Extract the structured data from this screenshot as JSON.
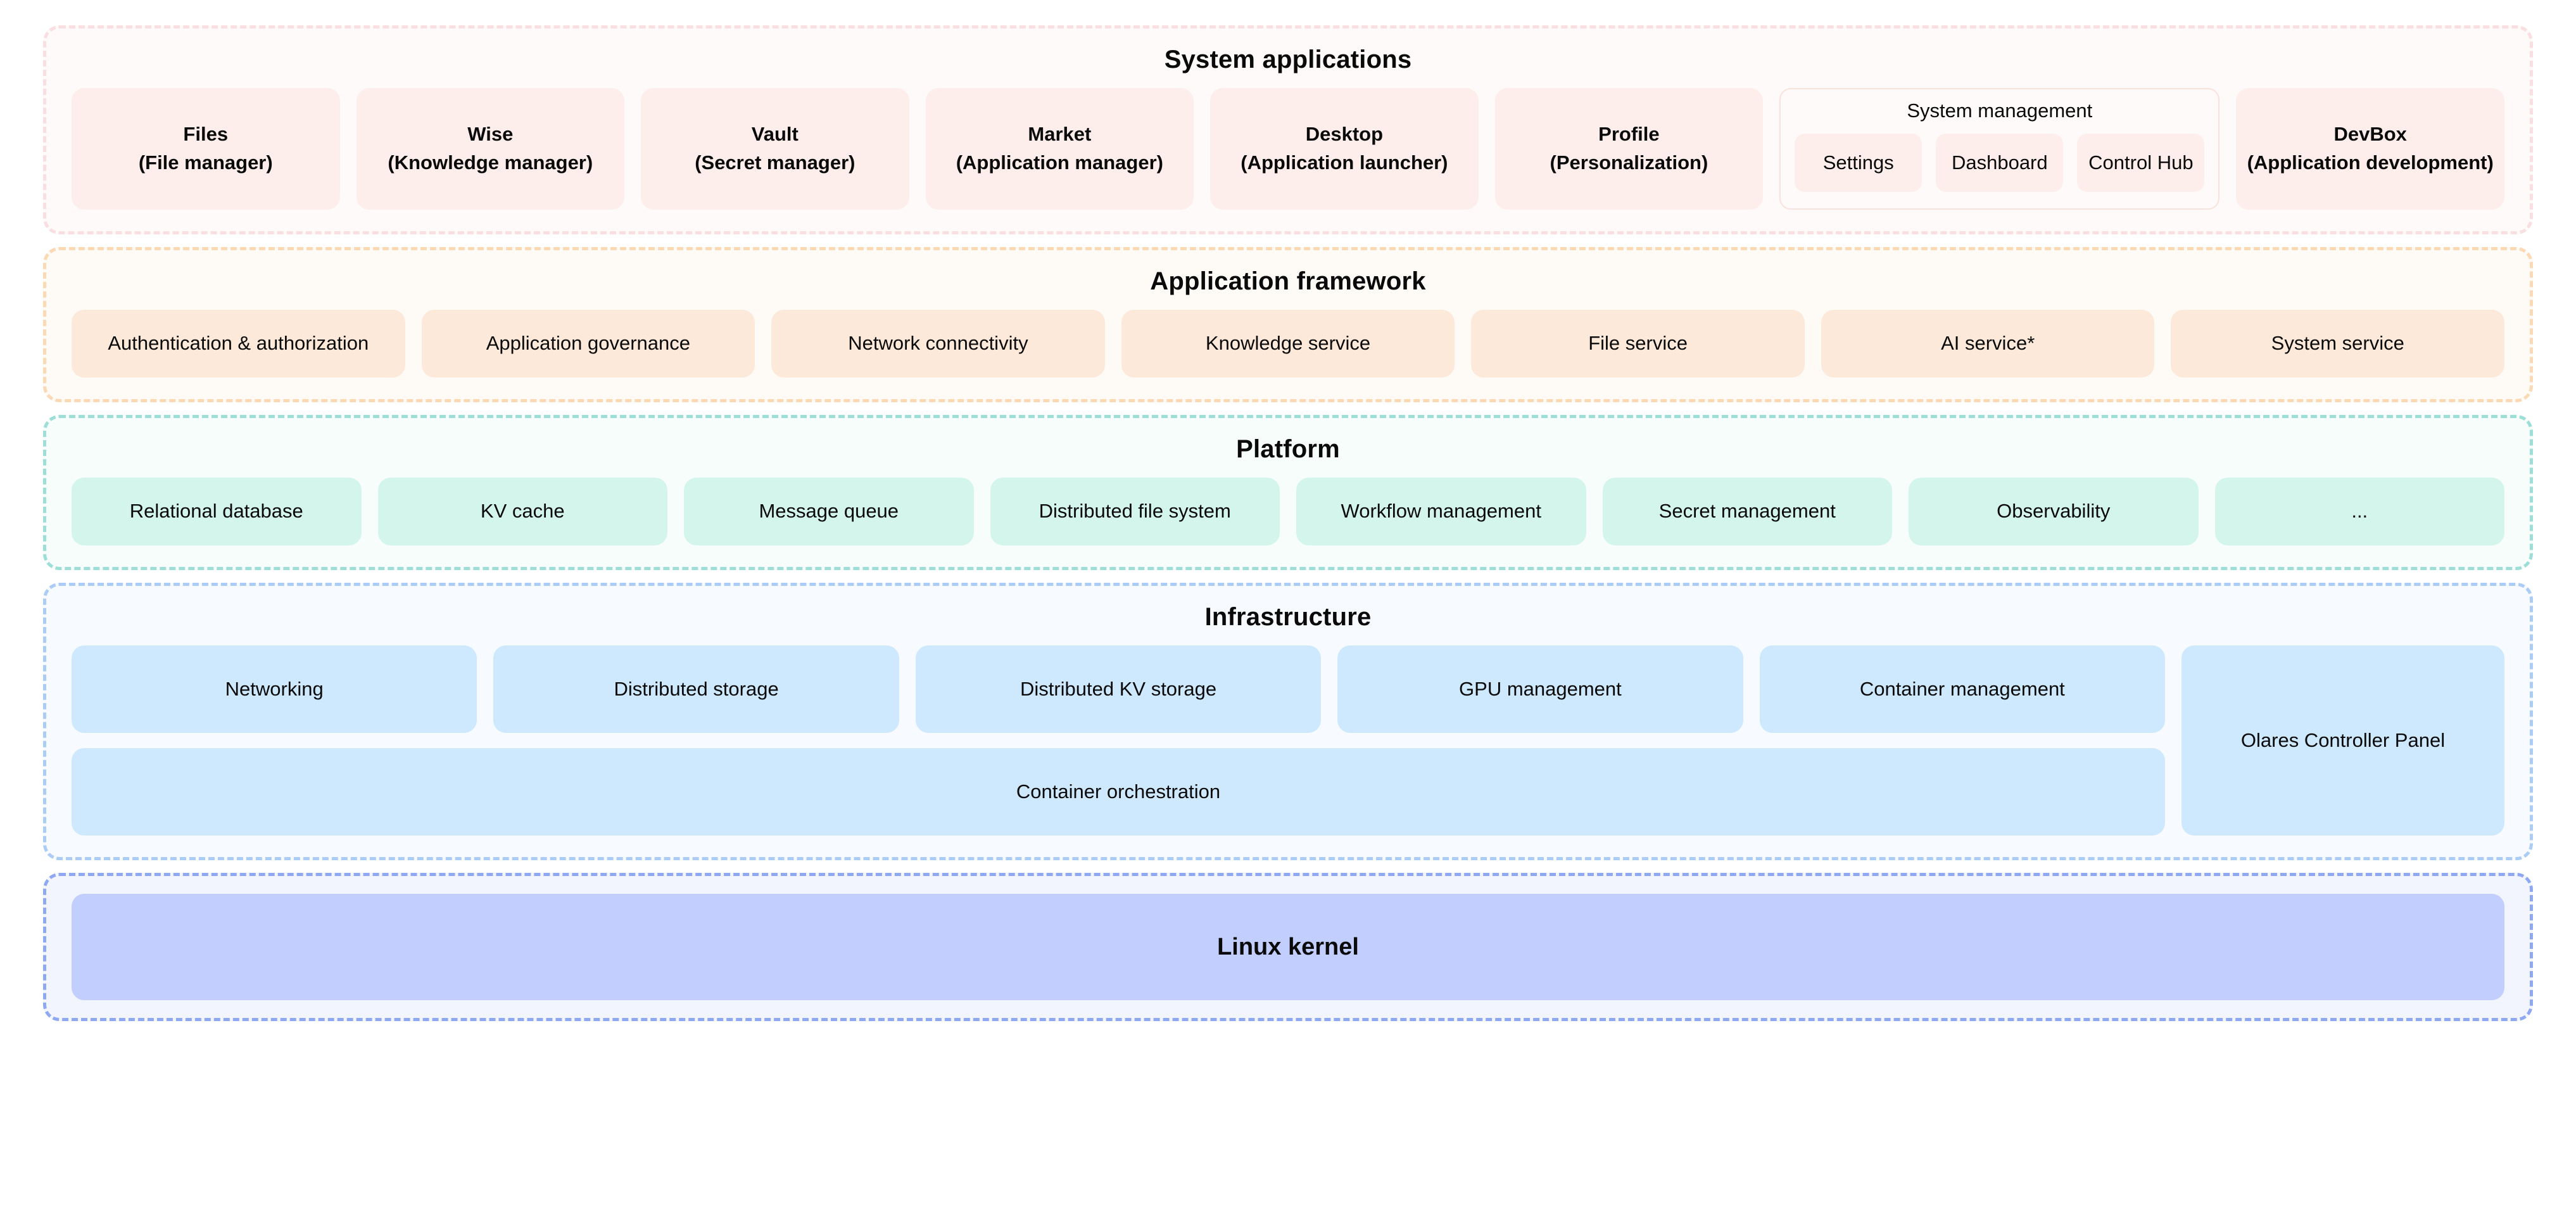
{
  "layers": [
    {
      "id": "system-applications",
      "title": "System applications",
      "accent": "#fadfe2",
      "card_color": "#fdeeeb",
      "cards": [
        {
          "name": "Files",
          "sub": "(File manager)"
        },
        {
          "name": "Wise",
          "sub": "(Knowledge manager)"
        },
        {
          "name": "Vault",
          "sub": "(Secret manager)"
        },
        {
          "name": "Market",
          "sub": "(Application manager)"
        },
        {
          "name": "Desktop",
          "sub": "(Application launcher)"
        },
        {
          "name": "Profile",
          "sub": "(Personalization)"
        }
      ],
      "group": {
        "title": "System management",
        "items": [
          "Settings",
          "Dashboard",
          "Control Hub"
        ]
      },
      "trailing_card": {
        "name": "DevBox",
        "sub": "(Application development)"
      }
    },
    {
      "id": "application-framework",
      "title": "Application framework",
      "accent": "#fbd9b4",
      "card_color": "#fde9d9",
      "items": [
        "Authentication & authorization",
        "Application governance",
        "Network connectivity",
        "Knowledge service",
        "File service",
        "AI service*",
        "System service"
      ]
    },
    {
      "id": "platform",
      "title": "Platform",
      "accent": "#9ddfd7",
      "card_color": "#d4f5ec",
      "items": [
        "Relational database",
        "KV cache",
        "Message queue",
        "Distributed  file system",
        "Workflow management",
        "Secret management",
        "Observability",
        "..."
      ]
    },
    {
      "id": "infrastructure",
      "title": "Infrastructure",
      "accent": "#aaccf5",
      "card_color": "#cee8fd",
      "row1": [
        "Networking",
        "Distributed storage",
        "Distributed KV storage",
        "GPU management",
        "Container management"
      ],
      "row2": [
        "Container orchestration"
      ],
      "side_panel": "Olares Controller Panel"
    },
    {
      "id": "linux-kernel",
      "title": "Linux kernel",
      "accent": "#8fa8f2",
      "card_color": "#c2cefd"
    }
  ]
}
